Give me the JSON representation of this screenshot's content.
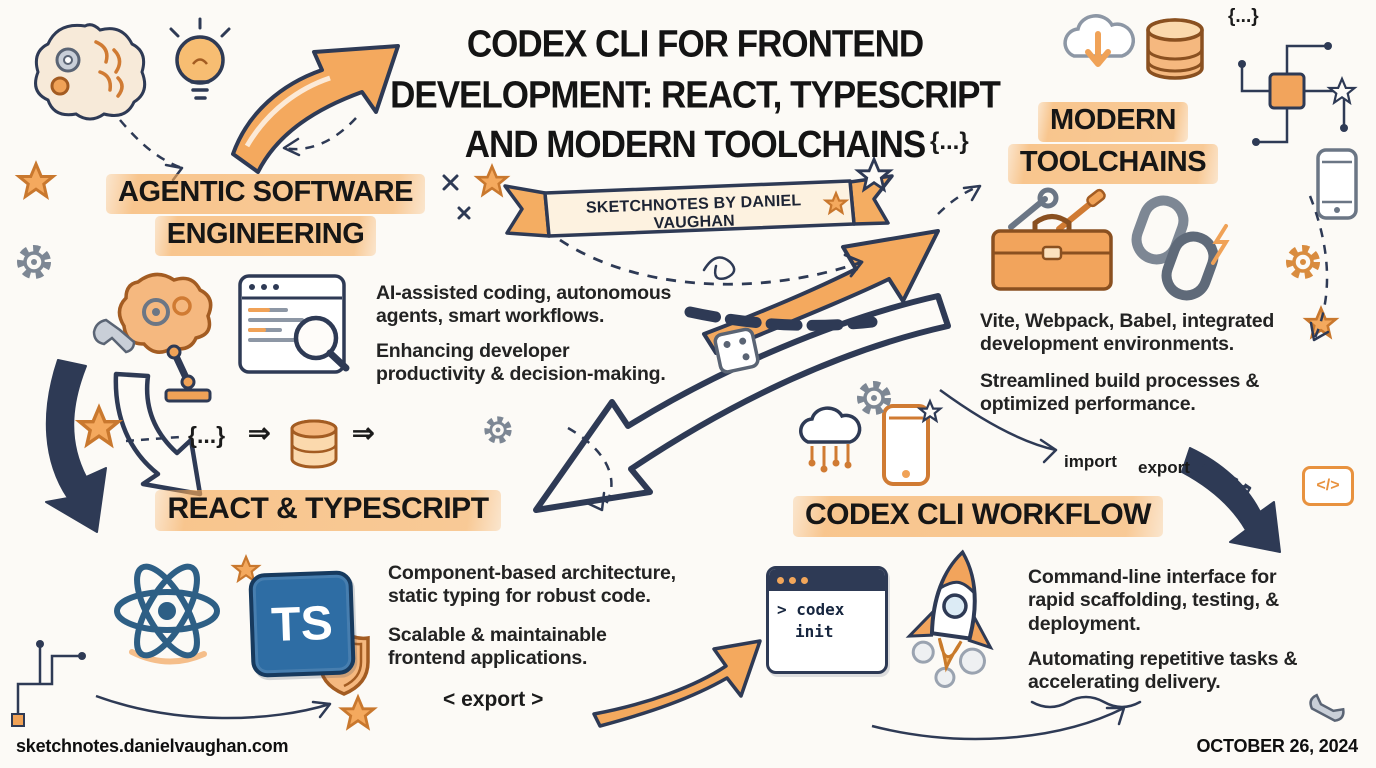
{
  "title": {
    "line1": "CODEX CLI FOR FRONTEND",
    "line2": "DEVELOPMENT: REACT, TYPESCRIPT",
    "line3": "AND MODERN TOOLCHAINS",
    "code_braces": "{...}"
  },
  "ribbon": {
    "text": "SKETCHNOTES BY DANIEL VAUGHAN"
  },
  "sections": {
    "agentic": {
      "heading_line1": "AGENTIC SOFTWARE",
      "heading_line2": "ENGINEERING",
      "para1": "AI-assisted coding, autonomous agents, smart workflows.",
      "para2": "Enhancing developer productivity & decision-making."
    },
    "toolchains": {
      "heading_line1": "MODERN",
      "heading_line2": "TOOLCHAINS",
      "para1": "Vite, Webpack, Babel, integrated development environments.",
      "para2": "Streamlined build processes & optimized performance."
    },
    "react_typescript": {
      "heading": "REACT & TYPESCRIPT",
      "para1": "Component-based architecture, static typing for robust code.",
      "para2": "Scalable & maintainable frontend applications.",
      "export_tag": "< export >",
      "ts_logo_text": "TS"
    },
    "codex_workflow": {
      "heading": "CODEX CLI WORKFLOW",
      "para1": "Command-line interface for rapid scaffolding, testing, & deployment.",
      "para2": "Automating repetitive tasks & accelerating delivery.",
      "terminal_line1": "> codex",
      "terminal_line2": "init"
    }
  },
  "labels": {
    "import": "import",
    "export": "export",
    "braces_mid": "{...}",
    "braces_top_right": "{...}",
    "double_arrow_1": "⇒",
    "double_arrow_2": "⇒",
    "code_tag": "</>"
  },
  "footer": {
    "site": "sketchnotes.danielvaughan.com",
    "date": "OCTOBER 26, 2024"
  },
  "colors": {
    "accent": "#f2a65a",
    "highlight": "#f8c88e",
    "navy": "#2e3a55",
    "ink": "#1b1b1b",
    "paper": "#fcfaf6"
  }
}
